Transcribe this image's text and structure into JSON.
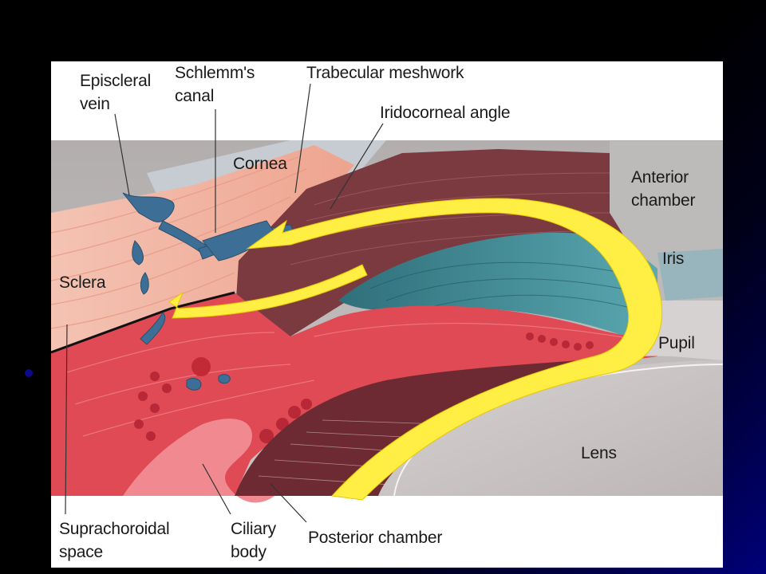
{
  "figure": {
    "labels": {
      "episcleral_vein": "Episcleral\nvein",
      "schlemms_canal": "Schlemm's\ncanal",
      "trabecular_meshwork": "Trabecular meshwork",
      "iridocorneal_angle": "Iridocorneal angle",
      "cornea": "Cornea",
      "anterior_chamber": "Anterior\nchamber",
      "iris": "Iris",
      "sclera": "Sclera",
      "pupil": "Pupil",
      "lens": "Lens",
      "suprachoroidal_space": "Suprachoroidal\nspace",
      "ciliary_body": "Ciliary\nbody",
      "posterior_chamber": "Posterior chamber"
    },
    "colors": {
      "flow_arrow": "#ffee44",
      "sclera": "#f2b7a8",
      "iris": "#3f8e98",
      "muscle": "#e04a55",
      "lens": "#cfc9c9",
      "chamber_gray": "#c4c0c0"
    }
  }
}
